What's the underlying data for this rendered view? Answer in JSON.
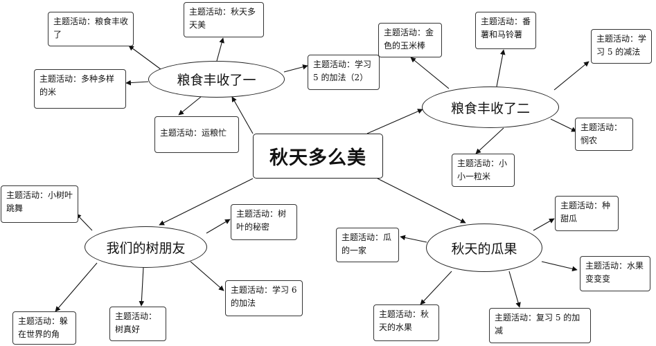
{
  "center": "秋天多么美",
  "branches": [
    {
      "label": "粮食丰收了一",
      "boxes": [
        "主题活动：粮食丰收了",
        "主题活动：秋天多天美",
        "主题活动：学习5 的加法（2）",
        "主题活动：多种多样的米",
        "主题活动：运粮忙"
      ]
    },
    {
      "label": "粮食丰收了二",
      "boxes": [
        "主题活动：金色的玉米棒",
        "主题活动：番薯和马铃薯",
        "主题活动：学习 5 的减法",
        "主题活动：悯农",
        "主题活动：小小一粒米"
      ]
    },
    {
      "label": "我们的树朋友",
      "boxes": [
        "主题活动：小树叶跳舞",
        "主题活动：树叶的秘密",
        "主题活动：学习 6 的加法",
        "主题活动：树真好",
        "主题活动：躲在世界的角"
      ]
    },
    {
      "label": "秋天的瓜果",
      "boxes": [
        "主题活动：种甜瓜",
        "主题活动：瓜的一家",
        "主题活动：水果变变变",
        "主题活动：复习 5 的加减",
        "主题活动：秋天的水果"
      ]
    }
  ]
}
